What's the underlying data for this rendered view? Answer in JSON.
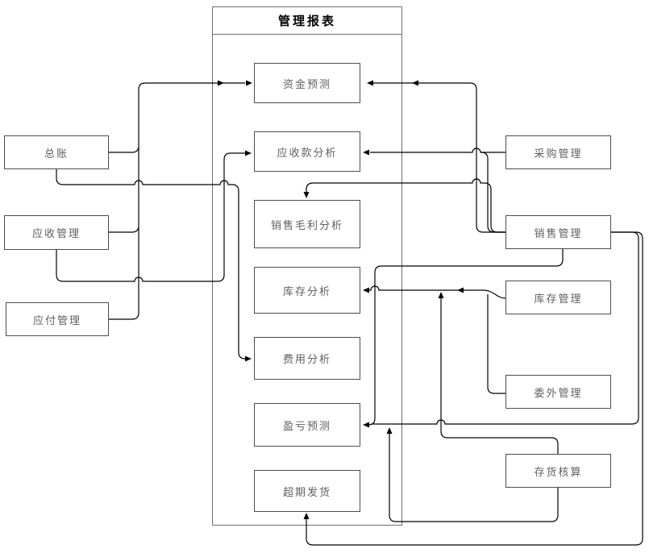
{
  "diagram": {
    "container": {
      "title": "管理报表"
    },
    "center_nodes": [
      {
        "id": "funds-forecast",
        "label": "资金预测"
      },
      {
        "id": "receivables-analysis",
        "label": "应收款分析"
      },
      {
        "id": "gross-margin-analysis",
        "label": "销售毛利分析"
      },
      {
        "id": "inventory-analysis",
        "label": "库存分析"
      },
      {
        "id": "expense-analysis",
        "label": "费用分析"
      },
      {
        "id": "profit-loss-forecast",
        "label": "盈亏预测"
      },
      {
        "id": "overdue-delivery",
        "label": "超期发货"
      }
    ],
    "left_nodes": [
      {
        "id": "general-ledger",
        "label": "总账"
      },
      {
        "id": "receivables-mgmt",
        "label": "应收管理"
      },
      {
        "id": "payables-mgmt",
        "label": "应付管理"
      }
    ],
    "right_nodes": [
      {
        "id": "purchase-mgmt",
        "label": "采购管理"
      },
      {
        "id": "sales-mgmt",
        "label": "销售管理"
      },
      {
        "id": "inventory-mgmt",
        "label": "库存管理"
      },
      {
        "id": "outsourcing-mgmt",
        "label": "委外管理"
      },
      {
        "id": "inventory-accounting",
        "label": "存货核算"
      }
    ],
    "edges": [
      {
        "from": "总账",
        "to": "资金预测"
      },
      {
        "from": "应收管理",
        "to": "资金预测"
      },
      {
        "from": "应付管理",
        "to": "资金预测"
      },
      {
        "from": "总账",
        "to": "费用分析"
      },
      {
        "from": "应收管理",
        "to": "应收款分析"
      },
      {
        "from": "采购管理",
        "to": "应收款分析"
      },
      {
        "from": "销售管理",
        "to": "资金预测"
      },
      {
        "from": "销售管理",
        "to": "应收款分析"
      },
      {
        "from": "销售管理",
        "to": "销售毛利分析"
      },
      {
        "from": "销售管理",
        "to": "盈亏预测"
      },
      {
        "from": "销售管理",
        "to": "超期发货"
      },
      {
        "from": "库存管理",
        "to": "库存分析"
      },
      {
        "from": "委外管理",
        "to": "库存分析"
      },
      {
        "from": "存货核算",
        "to": "库存分析"
      },
      {
        "from": "存货核算",
        "to": "盈亏预测"
      }
    ],
    "colors": {
      "line": "#000000",
      "node_border": "#4d4d4d",
      "container_border": "#6e6e6e",
      "label": "#5f5f5f",
      "title": "#000000"
    }
  }
}
